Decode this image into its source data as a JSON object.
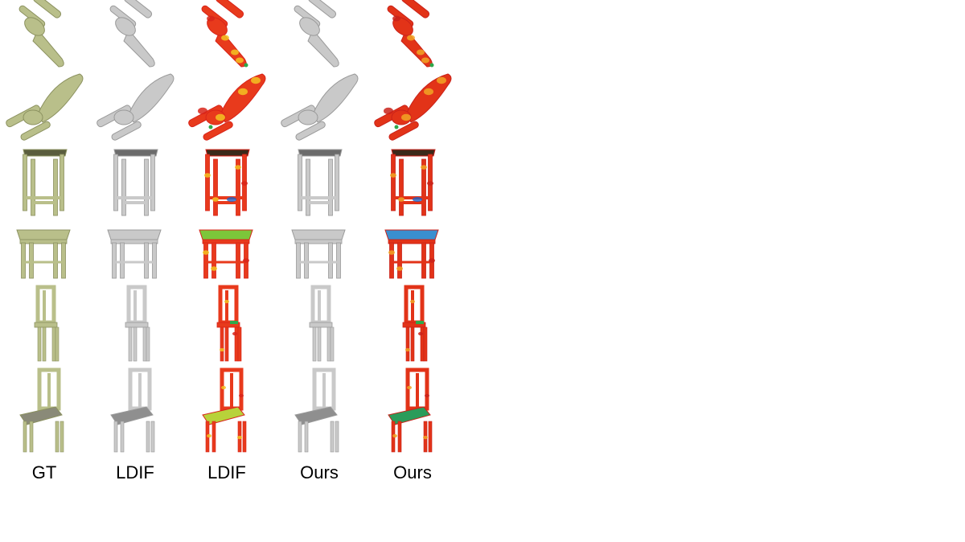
{
  "figure": {
    "column_labels": [
      "GT",
      "LDIF",
      "LDIF",
      "Ours",
      "Ours"
    ],
    "rows": [
      {
        "object": "spaceship",
        "view": "view-1"
      },
      {
        "object": "spaceship",
        "view": "view-2"
      },
      {
        "object": "table",
        "view": "view-1"
      },
      {
        "object": "table",
        "view": "view-2"
      },
      {
        "object": "chair",
        "view": "view-1"
      },
      {
        "object": "chair",
        "view": "view-2"
      }
    ],
    "columns": [
      {
        "style": "gt-shaded",
        "colors": {
          "main": "#b9bf8a",
          "dark": "#8c9260",
          "light": "#dfe3c2"
        }
      },
      {
        "style": "gray",
        "colors": {
          "main": "#c9c9c9",
          "dark": "#9a9a9a",
          "light": "#e8e8e8"
        }
      },
      {
        "style": "heatmap",
        "colors": {
          "main": "#e83a1c",
          "dark": "#d8241a",
          "accent": "#f3c322",
          "cool": "#2ea84a",
          "blue": "#1e63c8"
        }
      },
      {
        "style": "gray",
        "colors": {
          "main": "#c9c9c9",
          "dark": "#9a9a9a",
          "light": "#e8e8e8"
        }
      },
      {
        "style": "heatmap",
        "colors": {
          "main": "#e23318",
          "dark": "#c9221a",
          "accent": "#f1a424",
          "cool": "#2ea84a",
          "blue": "#1e63c8"
        }
      }
    ]
  }
}
